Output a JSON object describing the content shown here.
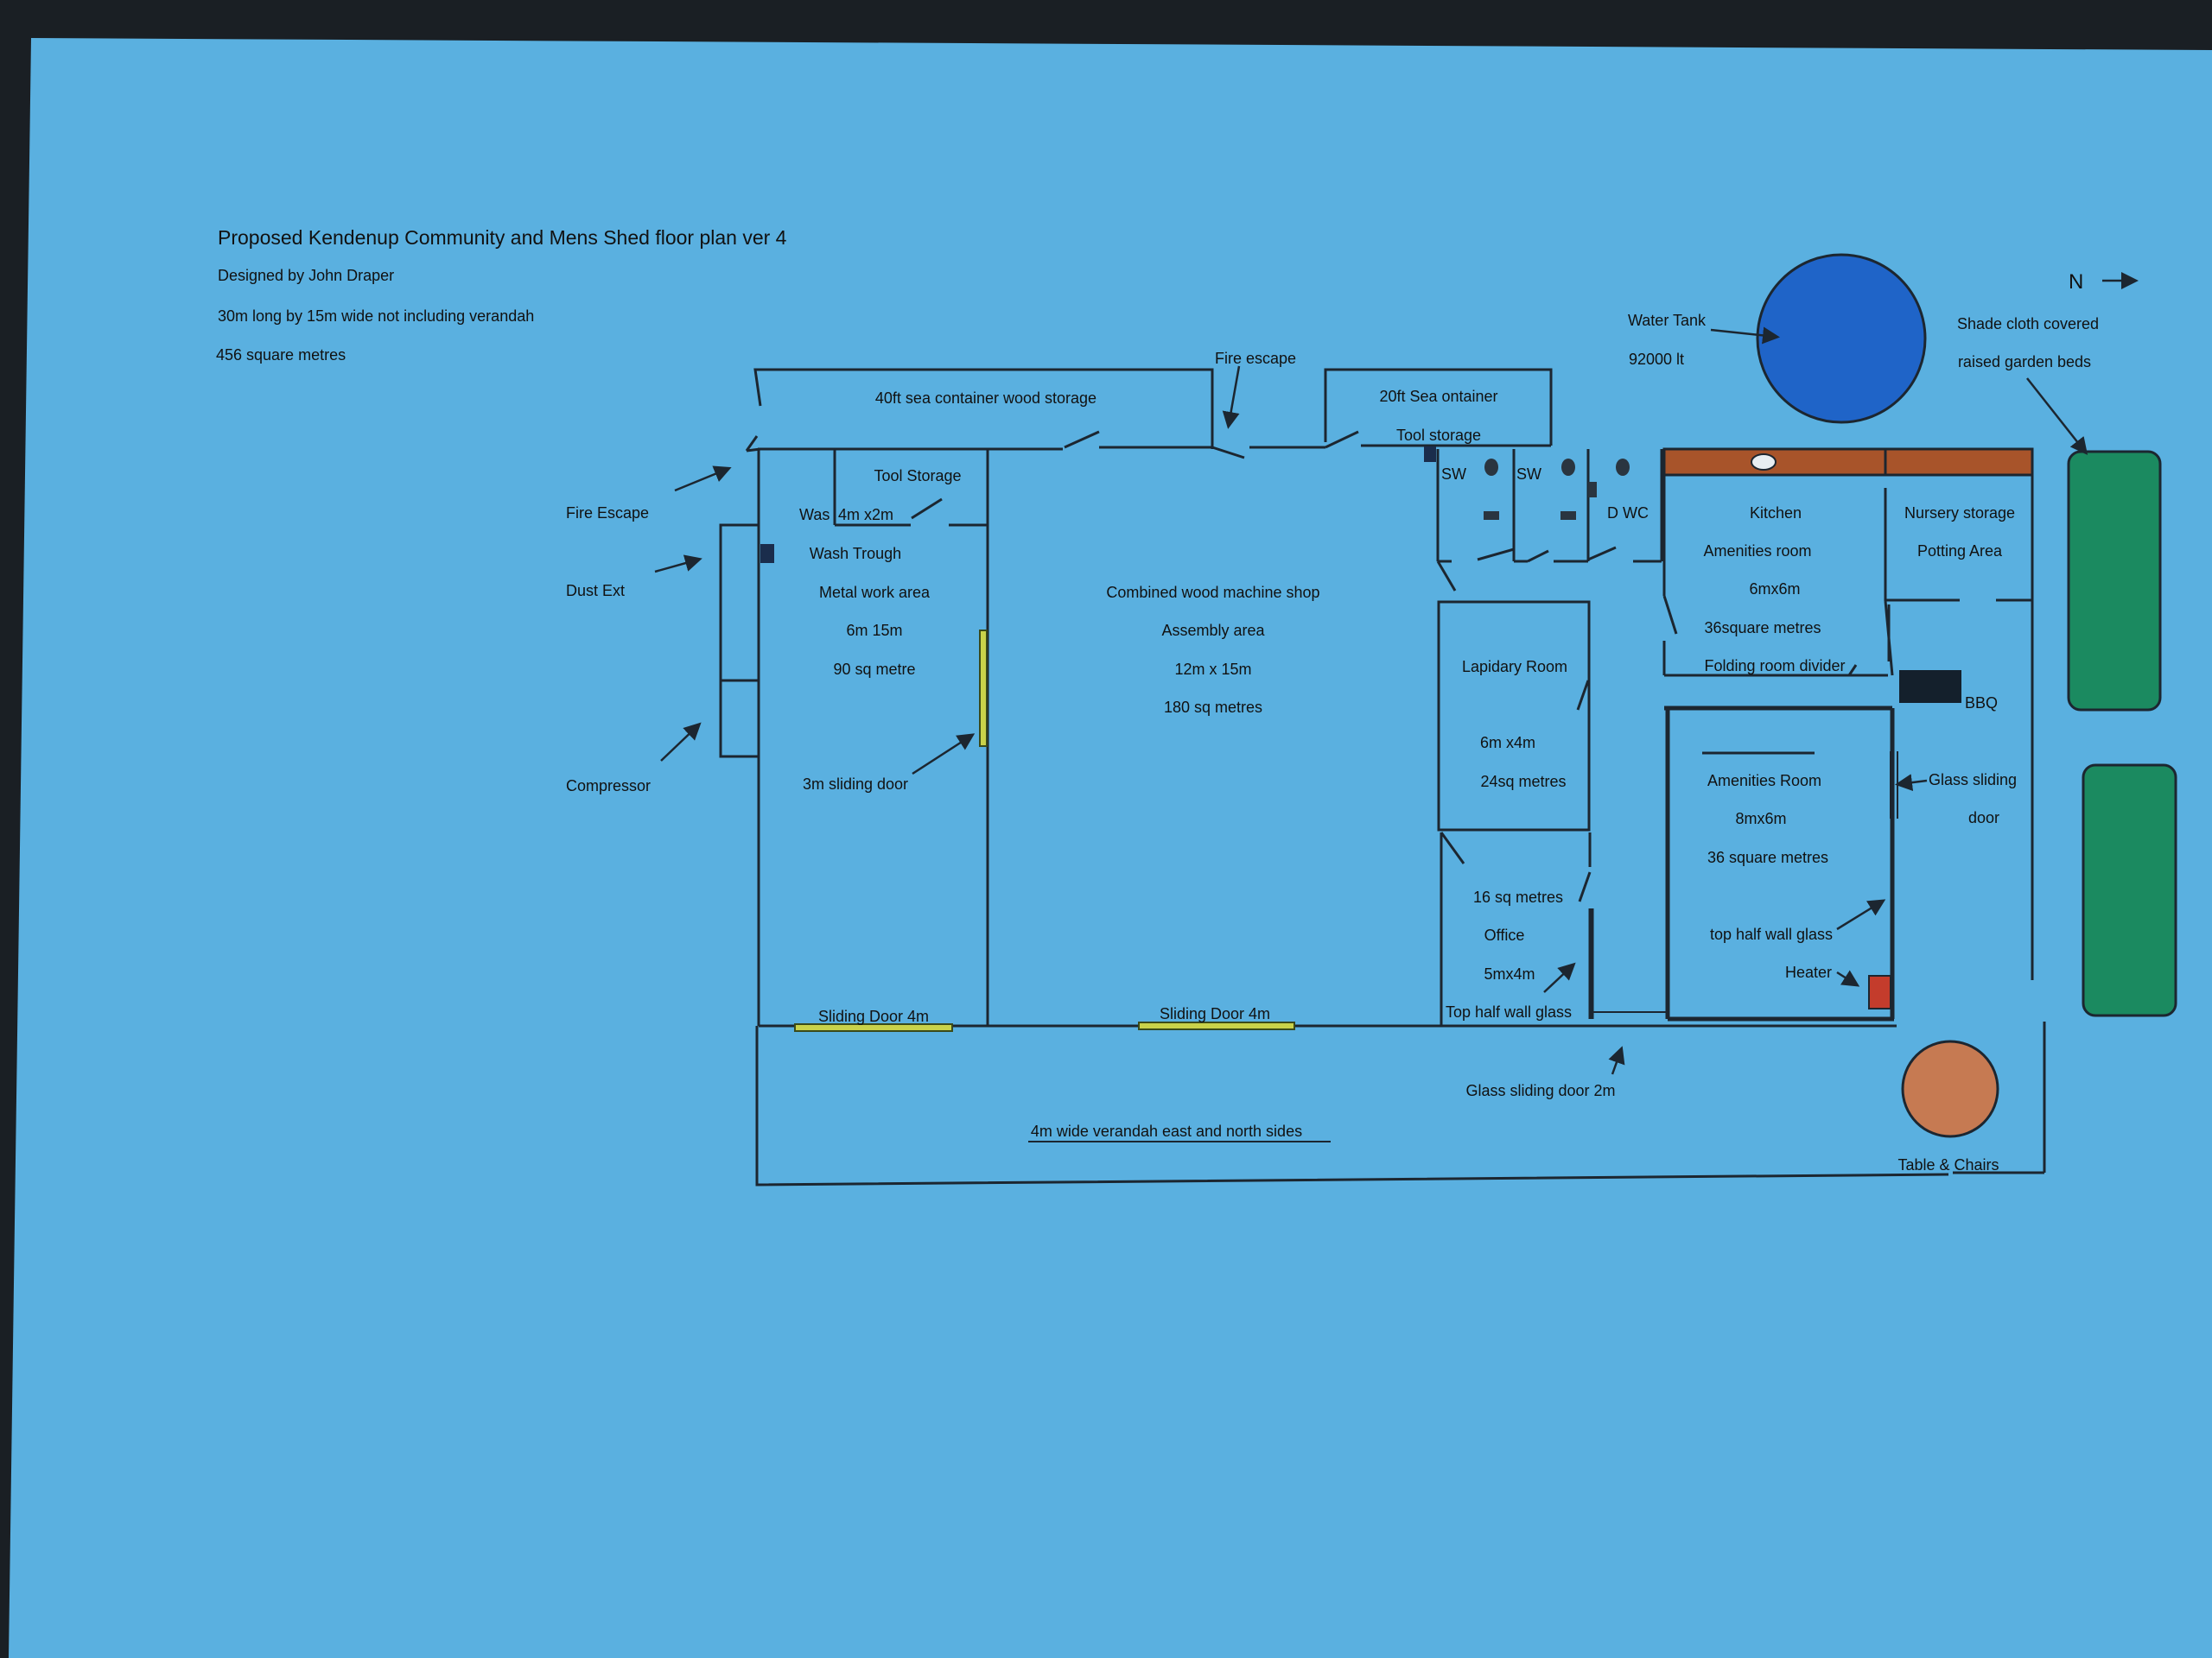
{
  "header": {
    "title": "Proposed Kendenup Community and Mens Shed floor plan ver 4",
    "designer": "Designed  by John Draper",
    "dimensions": "30m long by 15m wide not including verandah",
    "area": "456 square metres"
  },
  "compass": {
    "label": "N"
  },
  "containers": {
    "sea_40ft": "40ft sea container wood storage",
    "sea_20ft": "20ft Sea ontainer",
    "sea_20ft_use": "Tool storage",
    "fire_escape_top": "Fire escape"
  },
  "outside": {
    "fire_escape": "Fire Escape",
    "dust_ext": "Dust Ext",
    "compressor": "Compressor",
    "water_tank": "Water Tank",
    "water_tank_volume": "92000 lt",
    "shade_line1": "Shade cloth covered",
    "shade_line2": "raised garden beds",
    "bbq": "BBQ",
    "glass_door_line1": "Glass sliding",
    "glass_door_line2": "door",
    "table": "Table & Chairs",
    "verandah": "4m wide verandah east and north sides",
    "glass_door_2m": "Glass sliding door 2m"
  },
  "metal_area": {
    "tool_storage": "Tool Storage",
    "was": "Was",
    "was_size": "4m x2m",
    "wash_trough": "Wash  Trough",
    "name": "Metal work area",
    "size": "6m 15m",
    "area": "90 sq metre",
    "sliding_door": "3m sliding door",
    "door_bottom": "Sliding Door 4m"
  },
  "wood_shop": {
    "line1": "Combined wood machine shop",
    "line2": "Assembly area",
    "size": "12m x 15m",
    "area": "180 sq metres",
    "door_bottom": "Sliding Door 4m"
  },
  "toilets": {
    "sw1": "SW",
    "sw2": "SW",
    "dwc": "D WC"
  },
  "lapidary": {
    "name": "Lapidary Room",
    "size": "6m x4m",
    "area": "24sq metres"
  },
  "office": {
    "area": "16 sq metres",
    "name": "Office",
    "size": "5mx4m",
    "glass": "Top half wall glass"
  },
  "kitchen": {
    "name": "Kitchen",
    "line2": "Amenities room",
    "size": "6mx6m",
    "area": "36square metres",
    "divider": "Folding room divider"
  },
  "nursery": {
    "line1": "Nursery storage",
    "line2": "Potting Area"
  },
  "amenities": {
    "name": "Amenities Room",
    "size": "8mx6m",
    "area": "36 square metres",
    "glass": "top half wall glass",
    "heater": "Heater"
  },
  "colors": {
    "paper": "#5ab0e0",
    "line": "#1c2630",
    "tank": "#1f64c8",
    "garden": "#1b8a60",
    "table": "#c67a52",
    "bench": "#a8542a",
    "door": "#c9d24a",
    "heater": "#c43c2c",
    "bbq": "#14202c"
  }
}
